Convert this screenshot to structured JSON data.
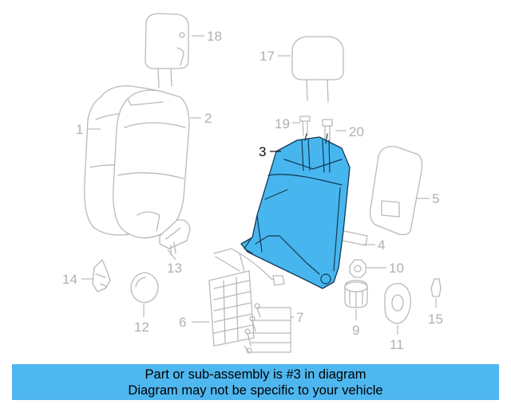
{
  "callouts": [
    {
      "id": "1",
      "label": "1"
    },
    {
      "id": "2",
      "label": "2"
    },
    {
      "id": "3",
      "label": "3"
    },
    {
      "id": "4",
      "label": "4"
    },
    {
      "id": "5",
      "label": "5"
    },
    {
      "id": "6",
      "label": "6"
    },
    {
      "id": "7",
      "label": "7"
    },
    {
      "id": "9",
      "label": "9"
    },
    {
      "id": "10",
      "label": "10"
    },
    {
      "id": "11",
      "label": "11"
    },
    {
      "id": "12",
      "label": "12"
    },
    {
      "id": "13",
      "label": "13"
    },
    {
      "id": "14",
      "label": "14"
    },
    {
      "id": "15",
      "label": "15"
    },
    {
      "id": "17",
      "label": "17"
    },
    {
      "id": "18",
      "label": "18"
    },
    {
      "id": "19",
      "label": "19"
    },
    {
      "id": "20",
      "label": "20"
    }
  ],
  "highlighted_part": "3",
  "colors": {
    "highlight": "#48b6ee",
    "banner": "#4fb7ef",
    "outline": "#b9b9b9"
  },
  "banner": {
    "line1": "Part or sub-assembly is #3 in diagram",
    "line2": "Diagram may not be specific to your vehicle"
  }
}
